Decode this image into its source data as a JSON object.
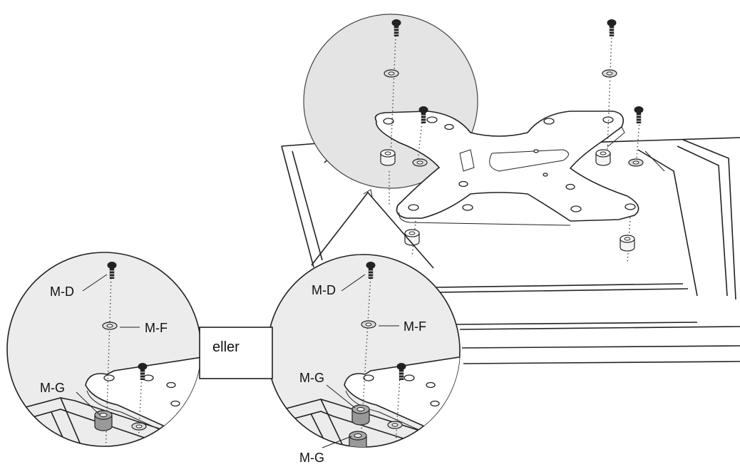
{
  "labels": {
    "left_md": "M-D",
    "left_mf": "M-F",
    "left_mg": "M-G",
    "right_md": "M-D",
    "right_mf": "M-F",
    "right_mg_top": "M-G",
    "right_mg_bottom": "M-G",
    "eller": "eller"
  },
  "colors": {
    "bubble_fill": "#ececec",
    "spacer_fill": "#999999",
    "line": "#222222"
  },
  "icons": {
    "screw": "screw-icon",
    "washer": "washer-icon",
    "spacer": "spacer-icon"
  }
}
